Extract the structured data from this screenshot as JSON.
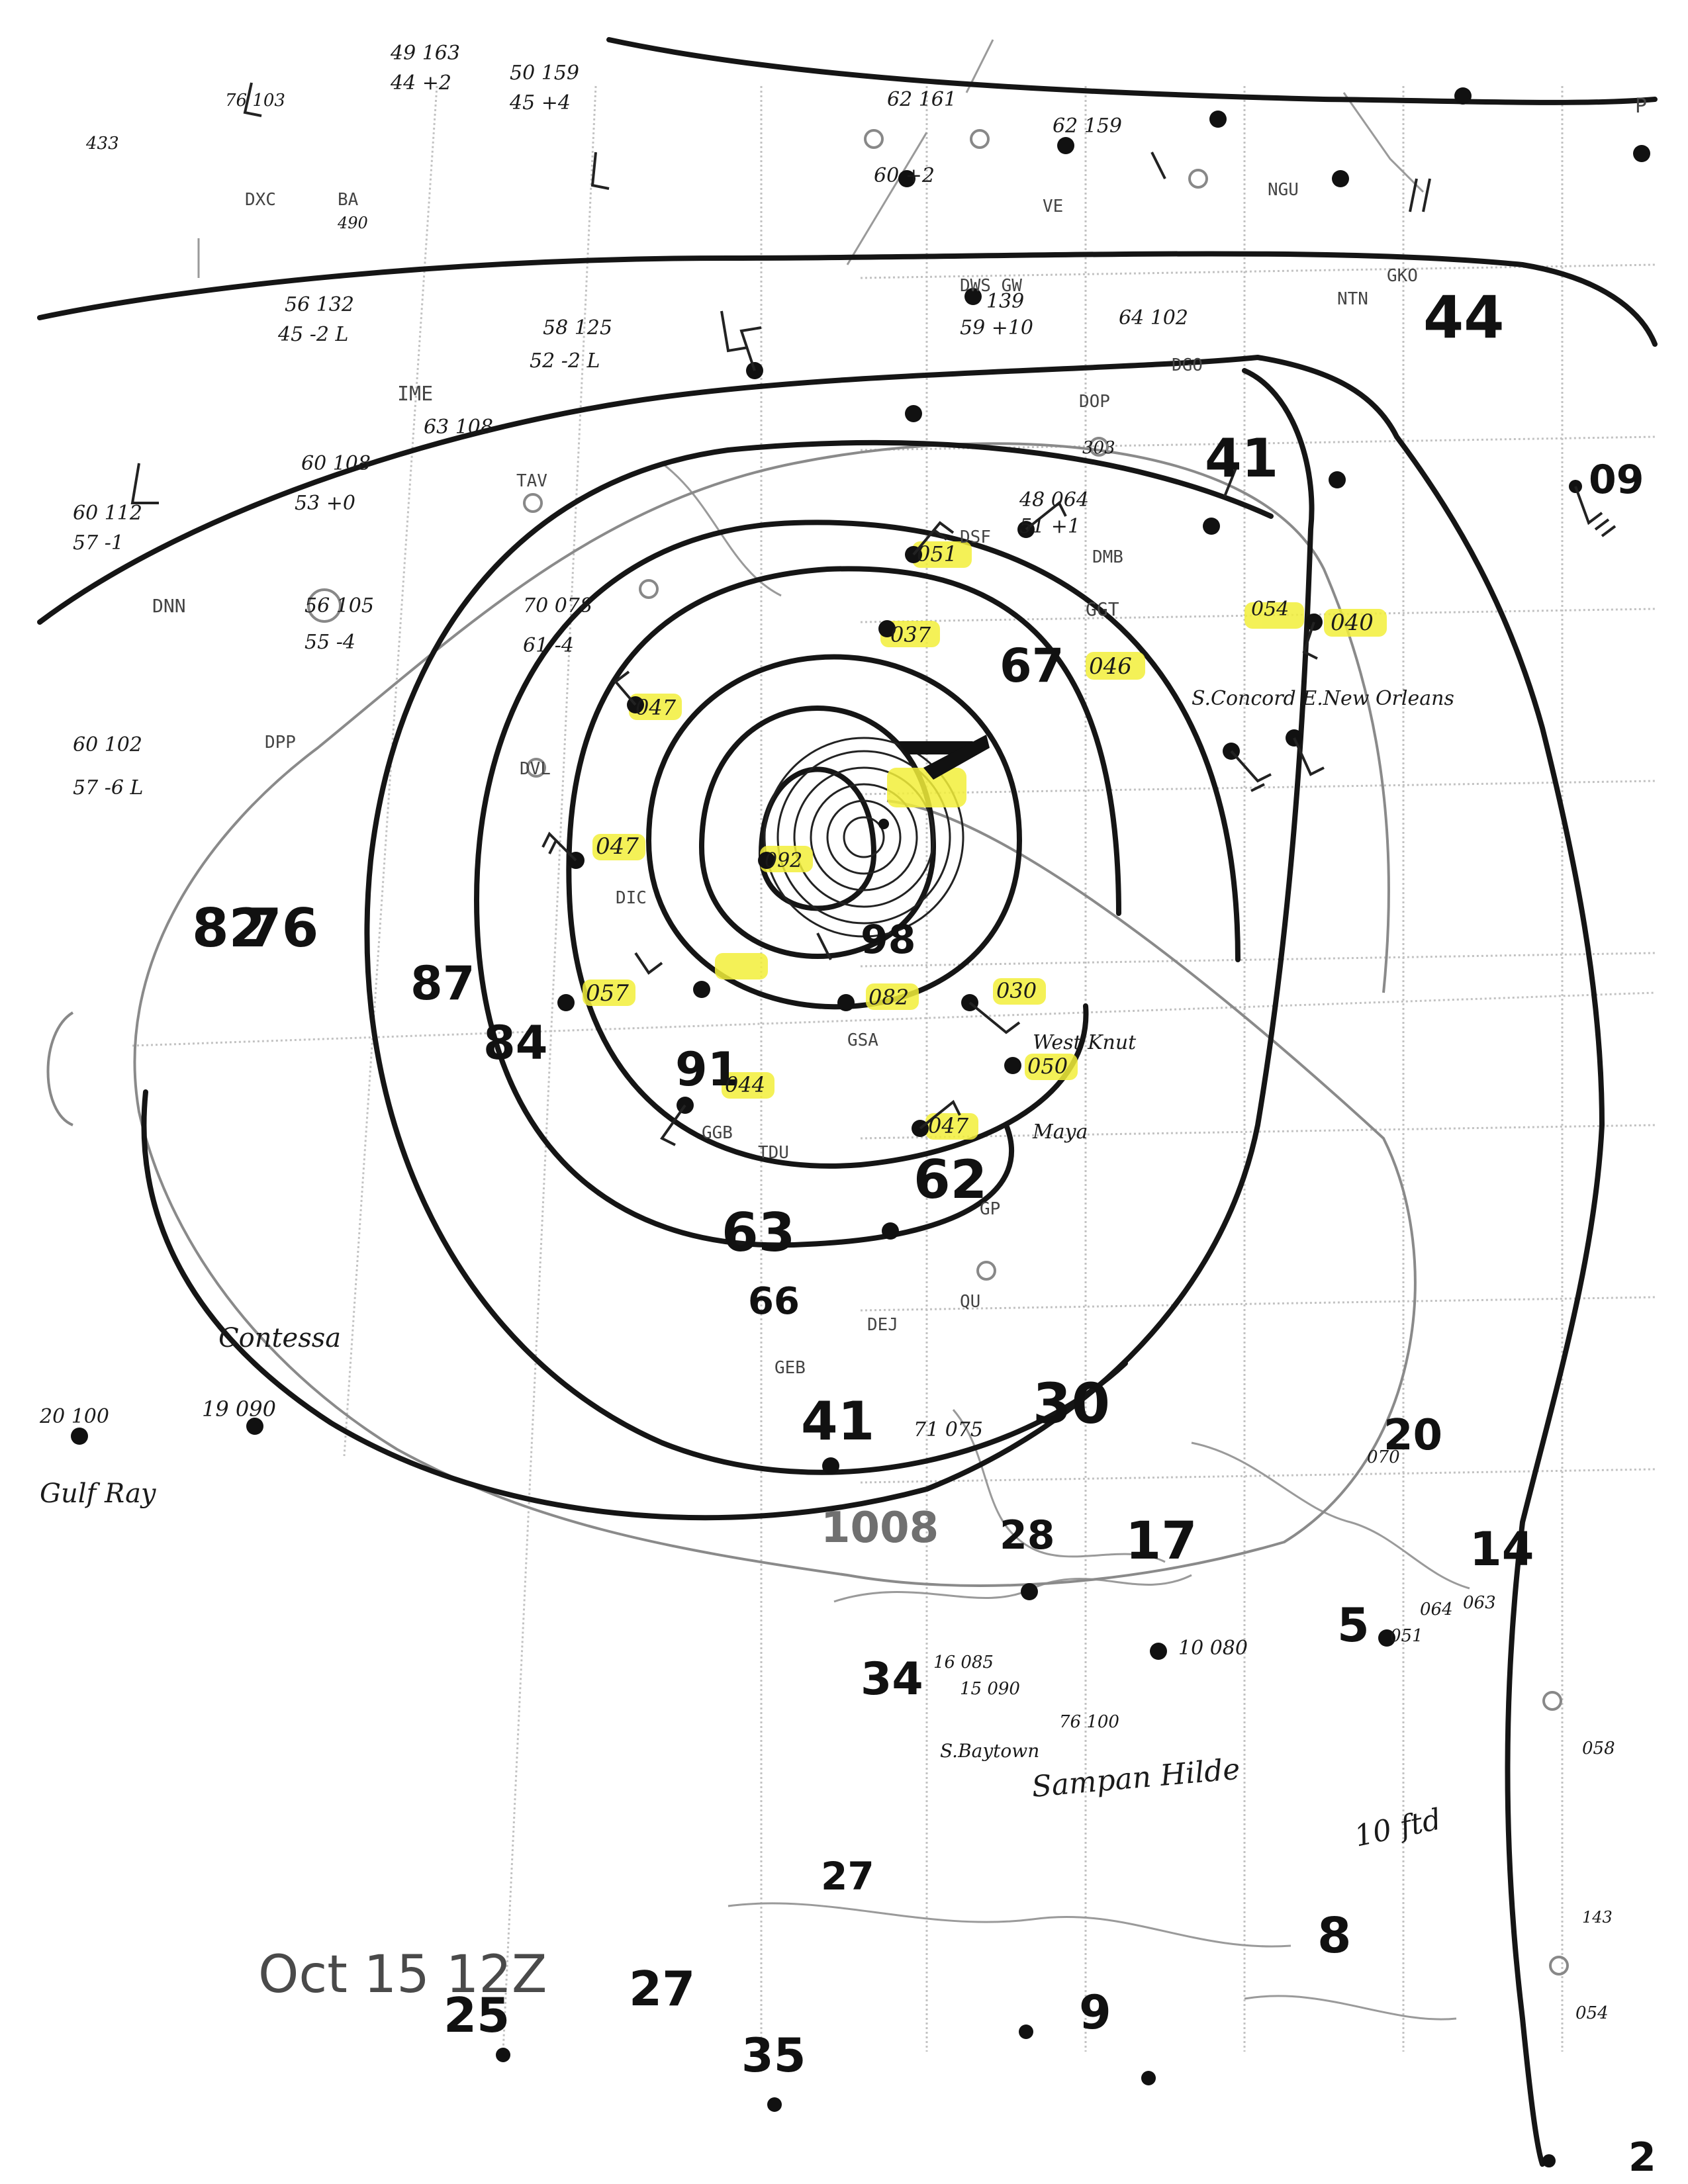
{
  "chart_title": "Oct 15 12Z",
  "isobar_labels": {
    "center": "1008"
  },
  "place_labels": [
    {
      "id": "new-orleans",
      "text": "S.Concord E.New Orleans"
    },
    {
      "id": "contessa",
      "text": "Contessa"
    },
    {
      "id": "gulf-ray",
      "text": "Gulf Ray"
    },
    {
      "id": "sampan",
      "text": "Sampan Hilde"
    },
    {
      "id": "s-baytown",
      "text": "S.Baytown"
    },
    {
      "id": "note-10",
      "text": "10 ftd"
    },
    {
      "id": "west-knot",
      "text": "West Knut"
    },
    {
      "id": "maya",
      "text": "Maya"
    }
  ],
  "big_numbers": [
    {
      "id": "n44",
      "text": "44"
    },
    {
      "id": "n41",
      "text": "41"
    },
    {
      "id": "n67",
      "text": "67"
    },
    {
      "id": "n82",
      "text": "82"
    },
    {
      "id": "n76",
      "text": "76"
    },
    {
      "id": "n87",
      "text": "87"
    },
    {
      "id": "n84",
      "text": "84"
    },
    {
      "id": "n91",
      "text": "91"
    },
    {
      "id": "n98",
      "text": "98"
    },
    {
      "id": "n62",
      "text": "62"
    },
    {
      "id": "n63",
      "text": "63"
    },
    {
      "id": "n66",
      "text": "66"
    },
    {
      "id": "n30",
      "text": "30"
    },
    {
      "id": "n41b",
      "text": "41"
    },
    {
      "id": "n28",
      "text": "28"
    },
    {
      "id": "n17",
      "text": "17"
    },
    {
      "id": "n20",
      "text": "20"
    },
    {
      "id": "n14",
      "text": "14"
    },
    {
      "id": "n5",
      "text": "5"
    },
    {
      "id": "n34",
      "text": "34"
    },
    {
      "id": "n27",
      "text": "27"
    },
    {
      "id": "n8",
      "text": "8"
    },
    {
      "id": "n25",
      "text": "25"
    },
    {
      "id": "n27b",
      "text": "27"
    },
    {
      "id": "n35",
      "text": "35"
    },
    {
      "id": "n9",
      "text": "9"
    },
    {
      "id": "n2",
      "text": "2"
    },
    {
      "id": "n09",
      "text": "09"
    }
  ],
  "station_codes": [
    {
      "id": "s-dxc",
      "text": "DXC"
    },
    {
      "id": "s-ba",
      "text": "BA"
    },
    {
      "id": "s-ime",
      "text": "IME"
    },
    {
      "id": "s-tav",
      "text": "TAV"
    },
    {
      "id": "s-dnn",
      "text": "DNN"
    },
    {
      "id": "s-dpp",
      "text": "DPP"
    },
    {
      "id": "s-dvl",
      "text": "DVL"
    },
    {
      "id": "s-dic",
      "text": "DIC"
    },
    {
      "id": "s-gsa",
      "text": "GSA"
    },
    {
      "id": "s-ggb",
      "text": "GGB"
    },
    {
      "id": "s-tdu",
      "text": "TDU"
    },
    {
      "id": "s-dej",
      "text": "DEJ"
    },
    {
      "id": "s-geb",
      "text": "GEB"
    },
    {
      "id": "s-dop",
      "text": "DOP"
    },
    {
      "id": "s-dsf",
      "text": "DSF"
    },
    {
      "id": "s-ggt",
      "text": "GGT"
    },
    {
      "id": "s-dws",
      "text": "DWS GW"
    },
    {
      "id": "s-ngu",
      "text": "NGU"
    },
    {
      "id": "s-ve",
      "text": "VE"
    },
    {
      "id": "s-dmb",
      "text": "DMB"
    },
    {
      "id": "s-dgo",
      "text": "DGO"
    },
    {
      "id": "s-gko",
      "text": "GKO"
    },
    {
      "id": "s-ntn",
      "text": "NTN"
    },
    {
      "id": "s-qu",
      "text": "QU"
    },
    {
      "id": "s-gp",
      "text": "GP"
    },
    {
      "id": "s-ps",
      "text": "P"
    }
  ],
  "pressure_values": [
    {
      "id": "p1",
      "text": "047"
    },
    {
      "id": "p2",
      "text": "037"
    },
    {
      "id": "p3",
      "text": "051"
    },
    {
      "id": "p4",
      "text": "054"
    },
    {
      "id": "p5",
      "text": "040"
    },
    {
      "id": "p6",
      "text": "047"
    },
    {
      "id": "p7",
      "text": "057"
    },
    {
      "id": "p8",
      "text": "082"
    },
    {
      "id": "p9",
      "text": "030"
    },
    {
      "id": "p10",
      "text": "044"
    },
    {
      "id": "p11",
      "text": "050"
    },
    {
      "id": "p12",
      "text": "047"
    },
    {
      "id": "p13",
      "text": "046"
    },
    {
      "id": "p14",
      "text": "092"
    }
  ],
  "obs_values": [
    {
      "id": "o1",
      "text": "49 163"
    },
    {
      "id": "o2",
      "text": "44 +2"
    },
    {
      "id": "o3",
      "text": "50 159"
    },
    {
      "id": "o4",
      "text": "45 +4"
    },
    {
      "id": "o5",
      "text": "76 103"
    },
    {
      "id": "o6",
      "text": "56 132"
    },
    {
      "id": "o7",
      "text": "45 -2 L"
    },
    {
      "id": "o8",
      "text": "58 125"
    },
    {
      "id": "o9",
      "text": "52 -2 L"
    },
    {
      "id": "o10",
      "text": "60 112"
    },
    {
      "id": "o11",
      "text": "57 -1"
    },
    {
      "id": "o12",
      "text": "60 108"
    },
    {
      "id": "o13",
      "text": "53 +0"
    },
    {
      "id": "o14",
      "text": "63 108"
    },
    {
      "id": "o15",
      "text": "56 105"
    },
    {
      "id": "o16",
      "text": "55 -4"
    },
    {
      "id": "o17",
      "text": "60 102"
    },
    {
      "id": "o18",
      "text": "57 -6 L"
    },
    {
      "id": "o19",
      "text": "70 078"
    },
    {
      "id": "o20",
      "text": "61 -4"
    },
    {
      "id": "o21",
      "text": "62 161"
    },
    {
      "id": "o22",
      "text": "60 +2"
    },
    {
      "id": "o23",
      "text": "62 159"
    },
    {
      "id": "o24",
      "text": "139"
    },
    {
      "id": "o25",
      "text": "59 +10"
    },
    {
      "id": "o26",
      "text": "64 102"
    },
    {
      "id": "o27",
      "text": "48 064"
    },
    {
      "id": "o28",
      "text": "51 +1"
    },
    {
      "id": "o29",
      "text": "71 075"
    },
    {
      "id": "o30",
      "text": "16 085"
    },
    {
      "id": "o31",
      "text": "15 090"
    },
    {
      "id": "o32",
      "text": "19 090"
    },
    {
      "id": "o33",
      "text": "20 100"
    },
    {
      "id": "o34",
      "text": "76 100"
    },
    {
      "id": "o35",
      "text": "10 080"
    },
    {
      "id": "o36",
      "text": "058"
    },
    {
      "id": "o37",
      "text": "054"
    },
    {
      "id": "o38",
      "text": "070"
    },
    {
      "id": "o39",
      "text": "064"
    },
    {
      "id": "o40",
      "text": "063"
    },
    {
      "id": "o41",
      "text": "051"
    },
    {
      "id": "o42",
      "text": "433"
    },
    {
      "id": "o43",
      "text": "303"
    },
    {
      "id": "o44",
      "text": "490"
    },
    {
      "id": "o45",
      "text": "143"
    }
  ],
  "colors": {
    "isobar": "#151515",
    "track": "#8a8a8a",
    "grid": "#b9b9b9",
    "highlight": "#f2ef3a",
    "ink": "#1a1a1a"
  }
}
